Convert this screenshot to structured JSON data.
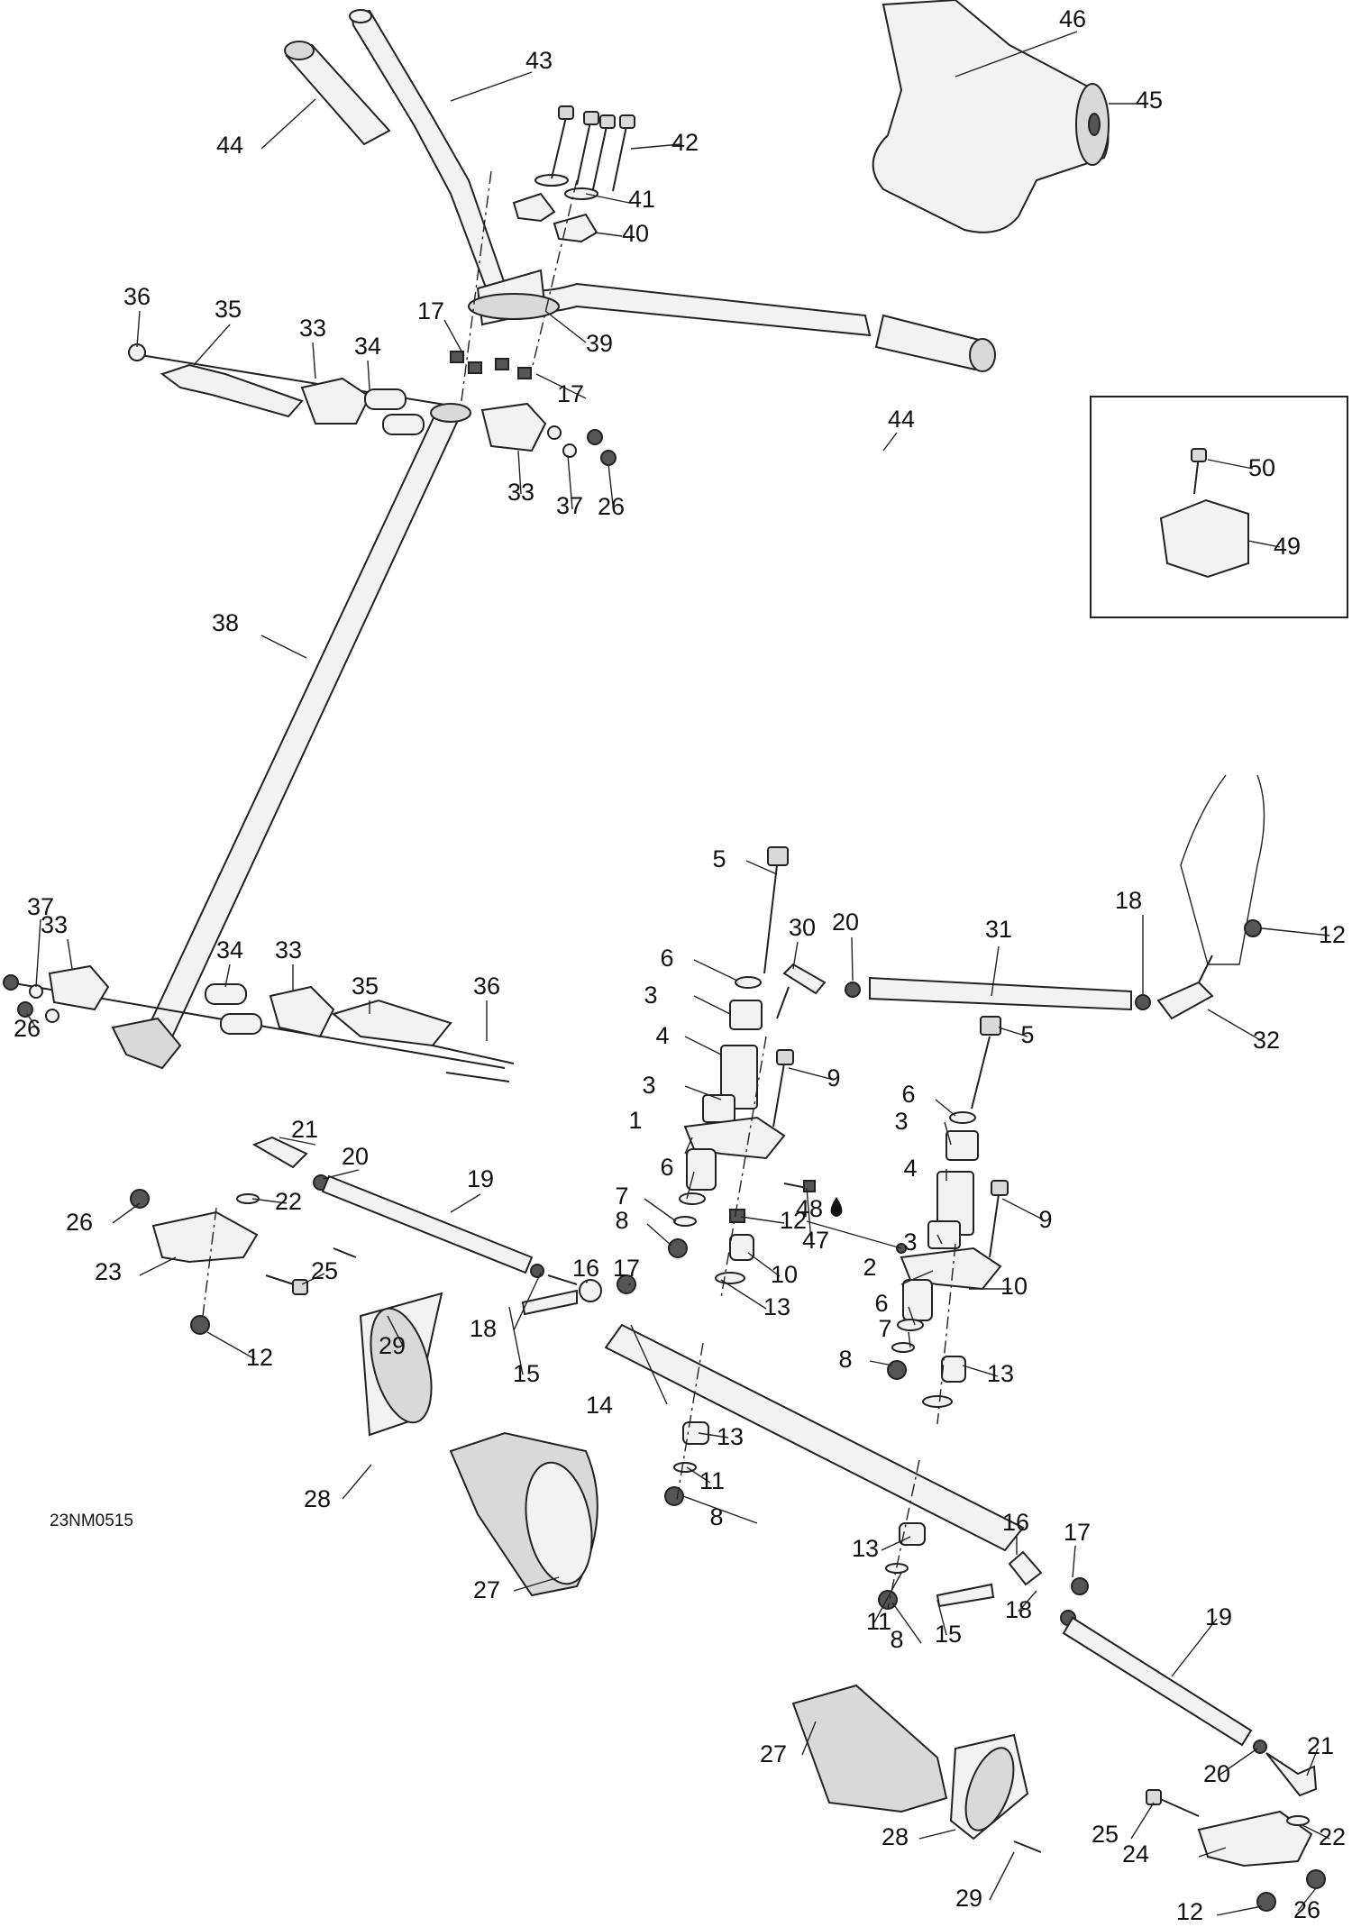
{
  "diagram": {
    "code": "23NM0515",
    "callouts": [
      {
        "text": "1"
      },
      {
        "text": "2"
      },
      {
        "text": "3"
      },
      {
        "text": "3"
      },
      {
        "text": "3"
      },
      {
        "text": "3"
      },
      {
        "text": "4"
      },
      {
        "text": "4"
      },
      {
        "text": "5"
      },
      {
        "text": "5"
      },
      {
        "text": "6"
      },
      {
        "text": "6"
      },
      {
        "text": "6"
      },
      {
        "text": "6"
      },
      {
        "text": "7"
      },
      {
        "text": "7"
      },
      {
        "text": "8"
      },
      {
        "text": "8"
      },
      {
        "text": "8"
      },
      {
        "text": "8"
      },
      {
        "text": "9"
      },
      {
        "text": "9"
      },
      {
        "text": "10"
      },
      {
        "text": "10"
      },
      {
        "text": "11"
      },
      {
        "text": "11"
      },
      {
        "text": "12"
      },
      {
        "text": "12"
      },
      {
        "text": "12"
      },
      {
        "text": "12"
      },
      {
        "text": "13"
      },
      {
        "text": "13"
      },
      {
        "text": "13"
      },
      {
        "text": "13"
      },
      {
        "text": "14"
      },
      {
        "text": "15"
      },
      {
        "text": "15"
      },
      {
        "text": "16"
      },
      {
        "text": "16"
      },
      {
        "text": "17"
      },
      {
        "text": "17"
      },
      {
        "text": "17"
      },
      {
        "text": "17"
      },
      {
        "text": "18"
      },
      {
        "text": "18"
      },
      {
        "text": "18"
      },
      {
        "text": "19"
      },
      {
        "text": "19"
      },
      {
        "text": "20"
      },
      {
        "text": "20"
      },
      {
        "text": "20"
      },
      {
        "text": "21"
      },
      {
        "text": "21"
      },
      {
        "text": "22"
      },
      {
        "text": "22"
      },
      {
        "text": "23"
      },
      {
        "text": "24"
      },
      {
        "text": "25"
      },
      {
        "text": "25"
      },
      {
        "text": "26"
      },
      {
        "text": "26"
      },
      {
        "text": "26"
      },
      {
        "text": "26"
      },
      {
        "text": "27"
      },
      {
        "text": "27"
      },
      {
        "text": "28"
      },
      {
        "text": "28"
      },
      {
        "text": "29"
      },
      {
        "text": "29"
      },
      {
        "text": "30"
      },
      {
        "text": "31"
      },
      {
        "text": "32"
      },
      {
        "text": "33"
      },
      {
        "text": "33"
      },
      {
        "text": "33"
      },
      {
        "text": "33"
      },
      {
        "text": "34"
      },
      {
        "text": "34"
      },
      {
        "text": "35"
      },
      {
        "text": "35"
      },
      {
        "text": "36"
      },
      {
        "text": "36"
      },
      {
        "text": "37"
      },
      {
        "text": "37"
      },
      {
        "text": "38"
      },
      {
        "text": "39"
      },
      {
        "text": "40"
      },
      {
        "text": "41"
      },
      {
        "text": "42"
      },
      {
        "text": "43"
      },
      {
        "text": "44"
      },
      {
        "text": "44"
      },
      {
        "text": "45"
      },
      {
        "text": "46"
      },
      {
        "text": "47"
      },
      {
        "text": "48"
      },
      {
        "text": "49"
      },
      {
        "text": "50"
      }
    ]
  }
}
